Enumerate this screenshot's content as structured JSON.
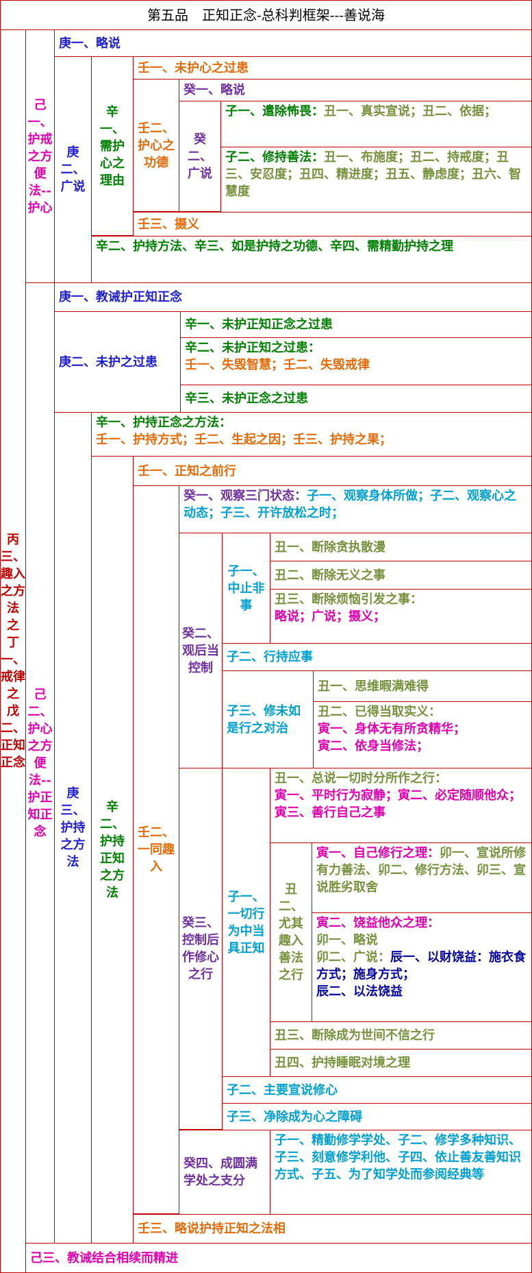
{
  "title": "第五品　正知正念-总科判框架---善说海",
  "bing3": "丙三、趣入之方法　之　丁一、戒律　之　戊二、正知正念",
  "ji1": {
    "label": "己一、护戒之方便法--护心",
    "geng1": "庚一、略说",
    "geng2": "庚二、广说",
    "xin1": "辛一、需护心之理由",
    "ren1": "壬一、未护心之过患",
    "ren2": "壬二、护心之功德",
    "gui1": "癸一、略说",
    "gui2": "癸二、广说",
    "zi1": {
      "head": "子一、遣除怖畏：",
      "body": "丑一、真实宣说；丑二、依据；"
    },
    "zi2": {
      "head": "子二、修持善法：",
      "body": "丑一、布施度；丑二、持戒度；丑三、安忍度；丑四、精进度；丑五、静虑度；丑六、智慧度"
    },
    "ren3": "壬三、摄义",
    "xin2": "辛二、护持方法、辛三、如是护持之功德、辛四、需精勤护持之理"
  },
  "ji2": {
    "label": "己二、护心之方便法--护正知正念",
    "geng1": "庚一、教诫护正知正念",
    "geng2": "庚二、未护之过患",
    "g2xin1": "辛一、未护正知正念之过患",
    "g2xin2": {
      "head": "辛二、未护正知之过患：",
      "sub": "壬一、失毁智慧；壬二、失毁戒律"
    },
    "g2xin3": "辛三、未护正念之过患",
    "geng3": "庚三、护持之方法",
    "g3xin1": {
      "head": "辛一、护持正念之方法：",
      "sub": "壬一、护持方式；壬二、生起之因；壬三、护持之果；"
    },
    "g3xin2": "辛二、护持正知之方法",
    "ren1": "壬一、正知之前行",
    "ren2": "壬二、一同趣入",
    "gui1": {
      "head": "癸一、观察三门状态：",
      "body": "子一、观察身体所做；子二、观察心之动态；子三、开许放松之时；"
    },
    "gui2": "癸二、观后当控制",
    "g2zi1": "子一、中止非事",
    "g2zi1_chou1": "丑一、断除贪执散漫",
    "g2zi1_chou2": "丑二、断除无义之事",
    "g2zi1_chou3": {
      "head": "丑三、断除烦恼引发之事：",
      "sub": "略说；广说；摄义；"
    },
    "g2zi2": "子二、行持应事",
    "g2zi3": "子三、修未如是行之对治",
    "g2zi3_chou1": "丑一、思维暇满难得",
    "g2zi3_chou2": {
      "head": "丑二、已得当取实义：",
      "sub1": "寅一、身体无有所贪精华；",
      "sub2": "寅二、依身当修法；"
    },
    "gui3": "癸三、控制后作修心之行",
    "g3zi1": "子一、一切行为中当具正知",
    "g3zi1_chou1": {
      "head": "丑一、总说一切时分所作之行：",
      "sub": "寅一、平时行为寂静；寅二、必定随顺他众；寅三、善行自己之事"
    },
    "g3zi1_chou2": "丑二、尤其趣入善法之行",
    "yin1": {
      "head": "寅一、自己修行之理：",
      "body": "卯一、宣说所修有力善法、卯二、修行方法、卯三、宣说胜劣取舍"
    },
    "yin2": {
      "head": "寅二、饶益他众之理：",
      "l1": "卯一、略说",
      "l2": "卯二、广说：",
      "l2b": "辰一、以财饶益：施衣食方式；施身方式；",
      "l3": "辰二、以法饶益"
    },
    "g3zi1_chou3": "丑三、断除成为世间不信之行",
    "g3zi1_chou4": "丑四、护持睡眠对境之理",
    "g3zi2": "子二、主要宣说修心",
    "g3zi3": "子三、净除成为心之障碍",
    "gui4": "癸四、成圆满学处之支分",
    "gui4_body": "子一、精勤修学学处、子二、修学多种知识、子三、刻意修学利他、子四、依止善友善知识方式、子五、为了知学处而参阅经典等",
    "ren3": "壬三、略说护持正知之法相"
  },
  "ji3": "己三、教诫结合相续而精进",
  "colors": {
    "border": "#c00000",
    "red": "#c00000",
    "pink": "#e000b0",
    "blue": "#1f1fd0",
    "green": "#008000",
    "orange": "#e36c09",
    "purple": "#7030a0",
    "olive": "#76923c",
    "cyan": "#00a0d0"
  }
}
